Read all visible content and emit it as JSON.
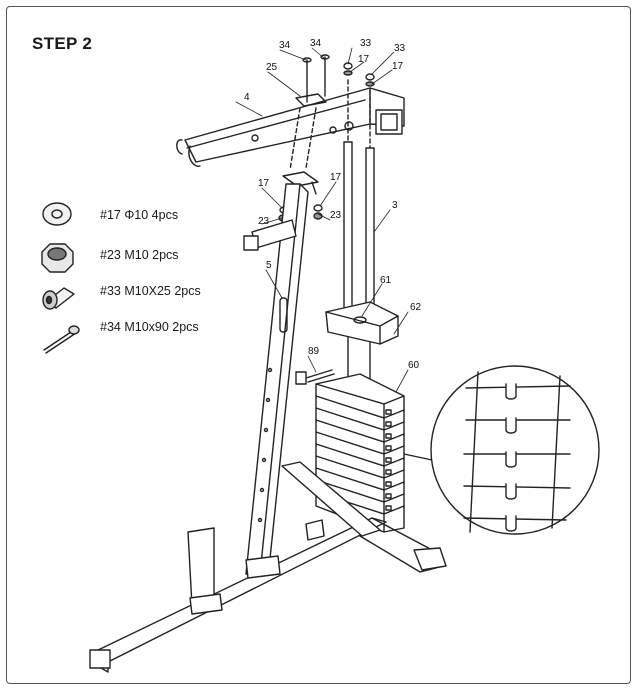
{
  "step_title": "STEP 2",
  "parts": [
    {
      "icon": "washer-icon",
      "label": "#17 Φ10 4pcs"
    },
    {
      "icon": "nut-icon",
      "label": "#23 M10 2pcs"
    },
    {
      "icon": "short-bolt-icon",
      "label": "#33 M10X25 2pcs"
    },
    {
      "icon": "long-bolt-icon",
      "label": "#34 M10x90 2pcs"
    }
  ],
  "callouts": {
    "c34a": "34",
    "c34b": "34",
    "c33a": "33",
    "c33b": "33",
    "c17a": "17",
    "c17b": "17",
    "c25": "25",
    "c4": "4",
    "c17c": "17",
    "c17d": "17",
    "c23a": "23",
    "c23b": "23",
    "c3": "3",
    "c5": "5",
    "c61": "61",
    "c62": "62",
    "c89": "89",
    "c60": "60"
  }
}
